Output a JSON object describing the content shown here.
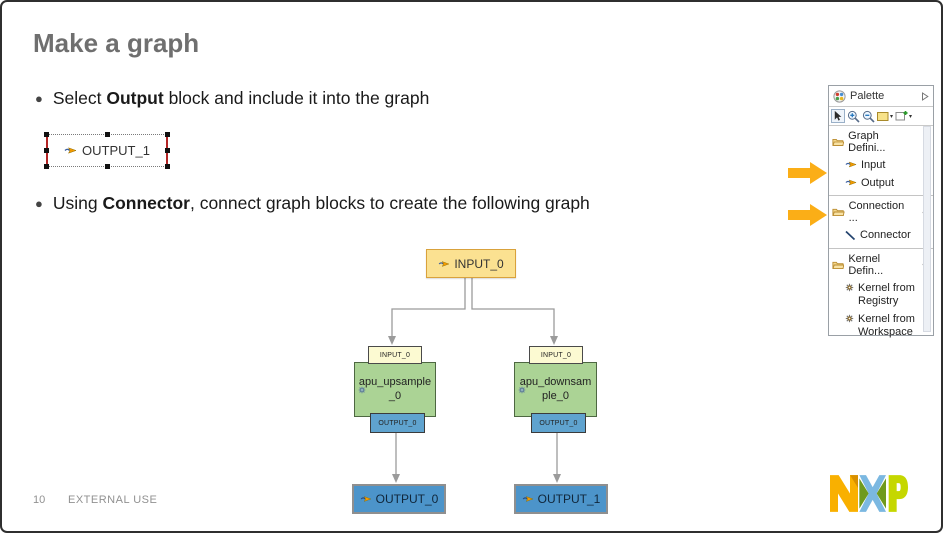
{
  "slide": {
    "title": "Make a graph",
    "footer_page": "10",
    "footer_text": "EXTERNAL USE"
  },
  "bullets": {
    "b1_pre": "Select ",
    "b1_bold": "Output",
    "b1_post": " block and include it into the graph",
    "b2_pre": "Using ",
    "b2_bold": "Connector",
    "b2_post": ", connect graph blocks to create the following graph"
  },
  "selected_block": {
    "label": "OUTPUT_1"
  },
  "graph": {
    "input_block": "INPUT_0",
    "kernel_left": {
      "input_port": "INPUT_0",
      "name_line1": "apu_upsample",
      "name_line2": "_0",
      "output_port": "OUTPUT_0"
    },
    "kernel_right": {
      "input_port": "INPUT_0",
      "name_line1": "apu_downsam",
      "name_line2": "ple_0",
      "output_port": "OUTPUT_0"
    },
    "output_left": "OUTPUT_0",
    "output_right": "OUTPUT_1"
  },
  "palette": {
    "title": "Palette",
    "sections": [
      {
        "label": "Graph Defini...",
        "items": [
          {
            "label": "Input"
          },
          {
            "label": "Output"
          }
        ]
      },
      {
        "label": "Connection ...",
        "items": [
          {
            "label": "Connector"
          }
        ]
      },
      {
        "label": "Kernel Defin...",
        "items": [
          {
            "label": "Kernel from Registry"
          },
          {
            "label": "Kernel from Workspace"
          }
        ]
      }
    ]
  },
  "logo": {
    "brand": "NXP"
  },
  "colors": {
    "title_gray": "#6f6f6f",
    "arrow_gold": "#FBAE17",
    "input_yellow": "#FBE191",
    "kernel_green": "#ABD395",
    "port_cream": "#FCFAD2",
    "port_blue": "#5FA3CF",
    "output_blue": "#4C94CA",
    "line_gray": "#9b9b9b",
    "logo_orange": "#F9B000",
    "logo_blue": "#7BB8E1",
    "logo_olive": "#6F9A1D",
    "logo_lime": "#C5D700"
  }
}
